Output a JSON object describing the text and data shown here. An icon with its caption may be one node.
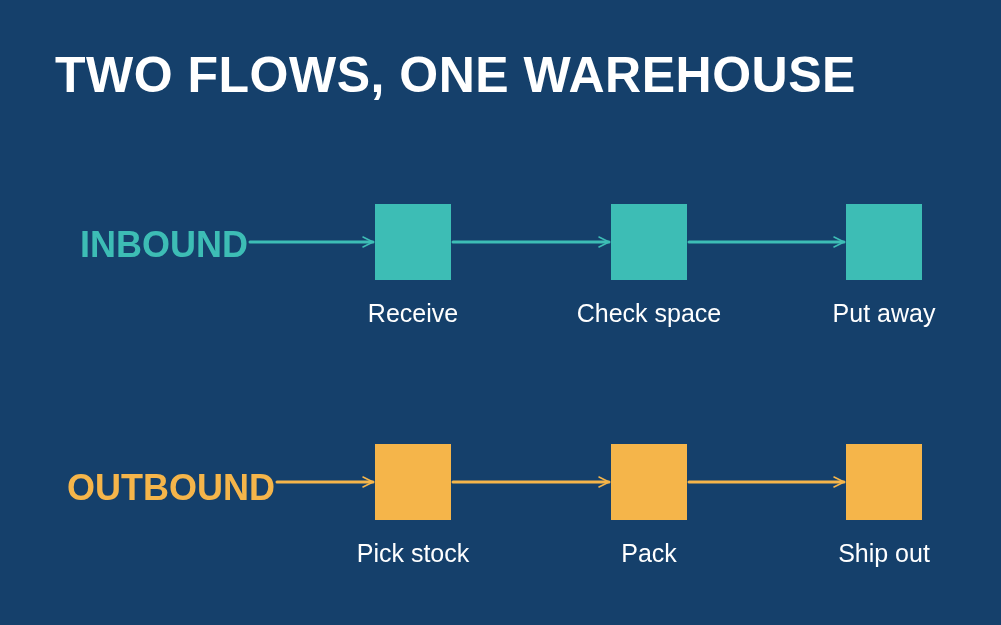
{
  "diagram": {
    "title": "TWO FLOWS, ONE WAREHOUSE",
    "nodes": [
      {
        "text": [
          "INBOUND"
        ]
      },
      {
        "text": [
          "Receive"
        ]
      },
      {
        "text": [
          "Check space"
        ]
      },
      {
        "text": [
          "Put away"
        ]
      },
      {
        "text": [
          "OUTBOUND"
        ]
      },
      {
        "text": [
          "Pick stock"
        ]
      },
      {
        "text": [
          "Pack"
        ]
      },
      {
        "text": [
          "Ship out"
        ]
      }
    ],
    "edges": [
      {
        "from": 0,
        "to": 1,
        "arrow": "to",
        "color": "#3dbdb5"
      },
      {
        "from": 1,
        "to": 2,
        "arrow": "to",
        "color": "#3dbdb5"
      },
      {
        "from": 2,
        "to": 3,
        "arrow": "to",
        "color": "#3dbdb5"
      },
      {
        "from": 4,
        "to": 5,
        "arrow": "to",
        "color": "#f5b54a"
      },
      {
        "from": 5,
        "to": 6,
        "arrow": "to",
        "color": "#f5b54a"
      },
      {
        "from": 6,
        "to": 7,
        "arrow": "to",
        "color": "#f5b54a"
      }
    ]
  }
}
